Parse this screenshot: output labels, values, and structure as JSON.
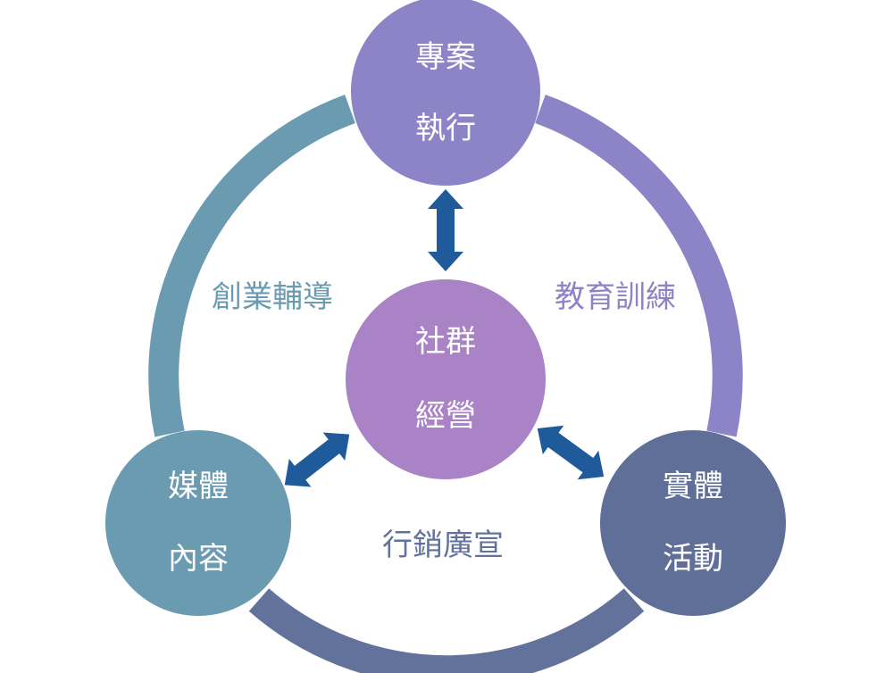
{
  "colors": {
    "arc_left": "#6a9bb0",
    "arc_right": "#8c84c6",
    "arc_bottom": "#62729b",
    "node_top": "#8c84c6",
    "node_center": "#a983c6",
    "node_left": "#6a9bb0",
    "node_right": "#5f6f98",
    "arrow": "#1f5a9a",
    "label_left": "#6a9bb0",
    "label_right": "#8c84c6",
    "label_bottom": "#62729b"
  },
  "nodes": {
    "top": {
      "line1": "專案",
      "line2": "執行"
    },
    "center": {
      "line1": "社群",
      "line2": "經營"
    },
    "left": {
      "line1": "媒體",
      "line2": "內容"
    },
    "right": {
      "line1": "實體",
      "line2": "活動"
    }
  },
  "edges": {
    "left": "創業輔導",
    "right": "教育訓練",
    "bottom": "行銷廣宣"
  }
}
